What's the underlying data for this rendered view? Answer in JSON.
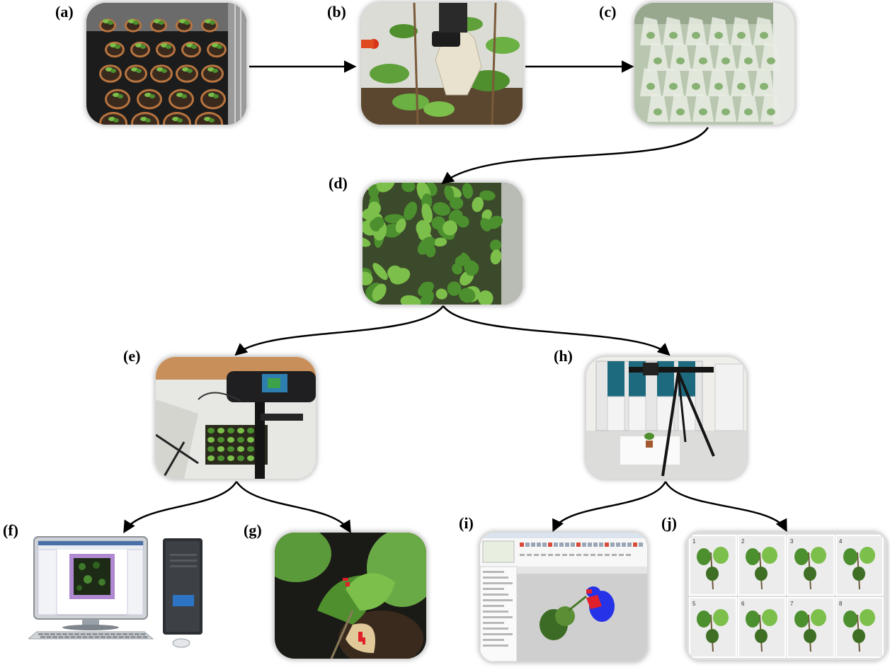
{
  "labels": {
    "a": "(a)",
    "b": "(b)",
    "c": "(c)",
    "d": "(d)",
    "e": "(e)",
    "f": "(f)",
    "g": "(g)",
    "h": "(h)",
    "i": "(i)",
    "j": "(j)"
  },
  "panels": {
    "a": {
      "content": "potted seedlings in growth chamber"
    },
    "b": {
      "content": "gloved hand spraying plants"
    },
    "c": {
      "content": "plants covered with plastic bags"
    },
    "d": {
      "content": "grown soybean plants in chamber"
    },
    "e": {
      "content": "hyperspectral camera over plant tray"
    },
    "f": {
      "content": "desktop computer with image software"
    },
    "g": {
      "content": "close-up leaf with red lesion marks"
    },
    "h": {
      "content": "camera on tripod over single potted plant"
    },
    "i": {
      "content": "3D reconstruction software with red and blue model"
    },
    "j": {
      "content": "grid of eight excised plant photos"
    }
  },
  "panel_j_numbers": [
    "1",
    "2",
    "3",
    "4",
    "5",
    "6",
    "7",
    "8"
  ],
  "colors": {
    "arrow": "#000000",
    "leaf": "#4c8f2e",
    "leaf_light": "#7cbf4a",
    "soil": "#3a2a1e",
    "pot": "#b8743f",
    "lesion_red": "#e0202a",
    "model_blue": "#2632e8"
  }
}
